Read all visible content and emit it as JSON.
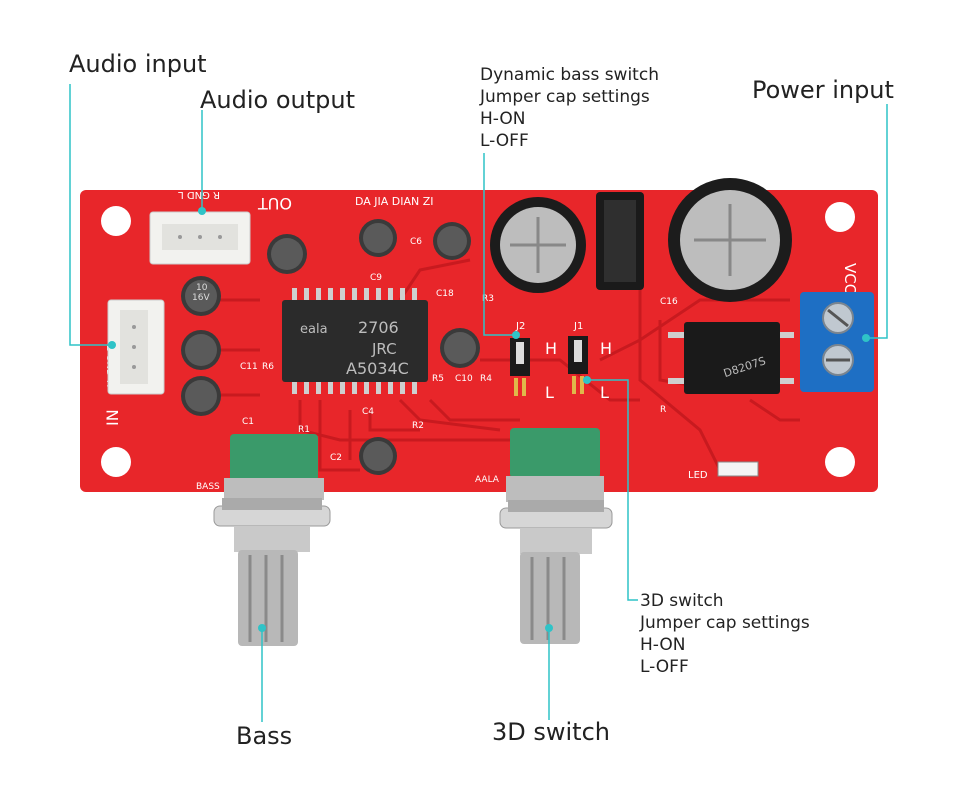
{
  "callouts": {
    "audio_input": "Audio input",
    "audio_output": "Audio output",
    "dynamic_bass": [
      "Dynamic bass switch",
      "Jumper cap settings",
      "H-ON",
      "L-OFF"
    ],
    "power_input": "Power input",
    "switch_3d": [
      "3D switch",
      "Jumper cap settings",
      "H-ON",
      "L-OFF"
    ],
    "bass": "Bass",
    "switch_3d_knob": "3D switch"
  },
  "board": {
    "title_text": "DA JIA DIAN ZI",
    "out_label": "OUT",
    "out_pins": "R GND L",
    "in_label": "IN",
    "in_pins": "L GND R",
    "vcc_label": "VCC",
    "bass_label": "BASS",
    "aala_label": "AALA",
    "led_label": "LED",
    "chip_brand": "eala",
    "chip_number": "2706",
    "chip_jrc": "JRC",
    "chip_part": "A5034C",
    "regulator_part": "D8207S",
    "j1": "J1",
    "j2": "J2",
    "h_label": "H",
    "l_label": "L",
    "refs": [
      "C6",
      "C9",
      "C18",
      "R3",
      "C11",
      "R6",
      "R5",
      "C10",
      "R4",
      "C1",
      "R1",
      "C4",
      "R2",
      "C2",
      "C16",
      "R"
    ],
    "cap_label": "16V",
    "cap_value": "10"
  },
  "colors": {
    "pcb": "#e8262a",
    "trace": "#c81a1f",
    "leader": "#2fc3c7",
    "terminal": "#1e6fc4",
    "pot_body": "#3a9a6a"
  }
}
